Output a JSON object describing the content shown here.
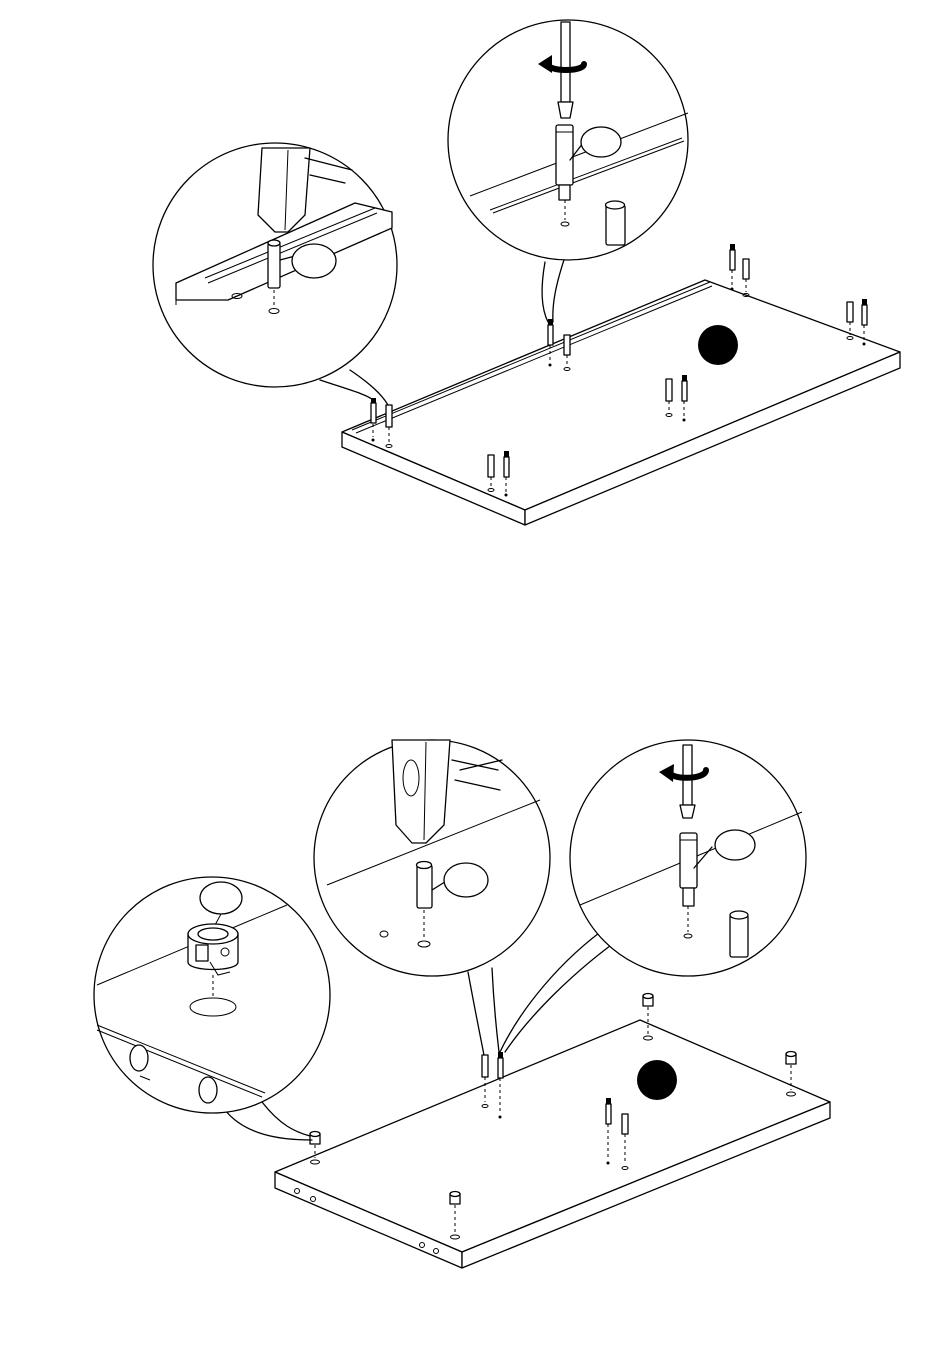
{
  "page": {
    "background": "#ffffff",
    "ink": "#000000"
  },
  "steps": [
    {
      "id": "step-1",
      "part": "panel-with-groove",
      "marker": "black-dot",
      "callouts": [
        {
          "id": "insert-dowel",
          "tool": "hammer-icon",
          "label_bubble": ""
        },
        {
          "id": "screw-in-bolt",
          "tool": "screwdriver-icon",
          "rotation": "counter-clockwise",
          "label_bubble": ""
        }
      ]
    },
    {
      "id": "step-2",
      "part": "panel-with-side-holes",
      "marker": "black-dot",
      "callouts": [
        {
          "id": "insert-cam-lock",
          "label_bubble": ""
        },
        {
          "id": "insert-dowel",
          "tool": "hammer-icon",
          "label_bubble": ""
        },
        {
          "id": "screw-in-bolt",
          "tool": "screwdriver-icon",
          "rotation": "counter-clockwise",
          "label_bubble": ""
        }
      ]
    }
  ]
}
